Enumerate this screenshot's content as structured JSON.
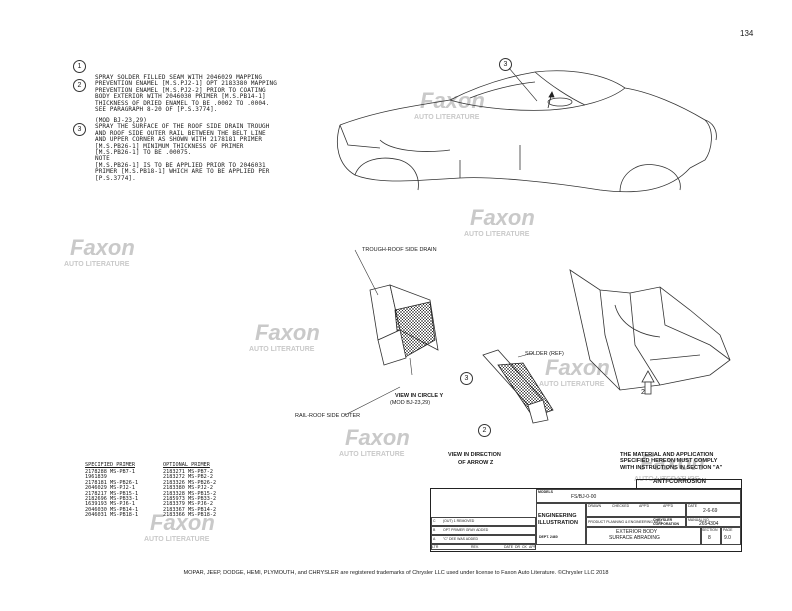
{
  "page_number": "134",
  "notes": [
    {
      "num": "1",
      "text": ""
    },
    {
      "num": "2",
      "text": "SPRAY SOLDER FILLED SEAM WITH 2046029 MAPPING\nPREVENTION ENAMEL [M.S.PJ2-1] OPT 2183380 MAPPING\nPREVENTION ENAMEL [M.S.PJ2-2] PRIOR TO COATING\nBODY EXTERIOR WITH 2046030 PRIMER [M.S.PB14-1]\nTHICKNESS OF DRIED ENAMEL TO BE .0002 TO .0004.\nSEE PARAGRAPH 8-20 OF [P.S.3774]."
    },
    {
      "num": "3",
      "text": "(MOD BJ-23,29)\nSPRAY THE SURFACE OF THE ROOF SIDE DRAIN TROUGH\nAND ROOF SIDE OUTER RAIL BETWEEN THE BELT LINE\nAND UPPER CORNER AS SHOWN WITH 2178181 PRIMER\n[M.S.PB26-1] MINIMUM THICKNESS OF PRIMER\n[M.S.PB26-1] TO BE .00075.\nNOTE\n[M.S.PB26-1] IS TO BE APPLIED PRIOR TO 2046031\nPRIMER [M.S.PB18-1] WHICH ARE TO BE APPLIED PER\n[P.S.3774]."
    }
  ],
  "labels": {
    "trough": "TROUGH-ROOF SIDE DRAIN",
    "rail": "RAIL-ROOF SIDE OUTER",
    "solder": "SOLDER (REF)",
    "view_circle_line1": "VIEW IN CIRCLE Y",
    "view_circle_line2": "(MOD BJ-23,29)",
    "view_direction_line1": "VIEW IN DIRECTION",
    "view_direction_line2": "OF ARROW Z",
    "callout_3_top": "3",
    "callout_3_mid": "3",
    "callout_2_low": "2",
    "callout_2_arrow": "2"
  },
  "compliance": "THE MATERIAL AND APPLICATION\nSPECIFIED HEREON MUST COMPLY\nWITH INSTRUCTIONS IN SECTION \"A\"",
  "primer_table": {
    "headers": [
      "SPECIFIED PRIMER",
      "OPTIONAL PRIMER"
    ],
    "rows": [
      [
        "2178288 MS-PB7-1",
        "2183271 MS-PB7-2"
      ],
      [
        "1961839",
        "2183272 MS-PB2-2"
      ],
      [
        "2178181 MS-PB26-1",
        "2183326 MS-PB26-2"
      ],
      [
        "2046029 MS-PJ2-1",
        "2183380 MS-PJ2-2"
      ],
      [
        "2178217 MS-PB15-1",
        "2183328 MS-PB15-2"
      ],
      [
        "2182696 MS-PB33-1",
        "2185973 MS-PB33-2"
      ],
      [
        "1639193 MS-PJ6-1",
        "2183379 MS-PJ6-2"
      ],
      [
        "2046030 MS-PB14-1",
        "2183367 MS-PB14-2"
      ],
      [
        "2046031 MS-PB18-1",
        "2183366 MS-PB18-2"
      ]
    ]
  },
  "title_block": {
    "anti_corrosion": "ANTI-CORROSION",
    "models_label": "MODELS",
    "models_value": "FS/BJ-0-00",
    "eng_line1": "ENGINEERING",
    "eng_line2": "ILLUSTRATION",
    "dept": "DEPT. 2460",
    "planning": "PRODUCT PLANNING & ENGINEERING MFG.",
    "chrysler": "CHRYSLER\nCORPORATION",
    "drawn": "DRAWN",
    "checked": "CHECKED",
    "appd1": "APP'D",
    "appd2": "APP'D",
    "date_label": "DATE",
    "date_value": "2-6-69",
    "manual_label": "MANUAL NO.",
    "manual_value": "2654304",
    "subject_line1": "EXTERIOR BODY",
    "subject_line2": "SURFACE ABRADING",
    "section_label": "SECTION",
    "section_value": "8",
    "page_label": "PAGE",
    "page_value": "9.0",
    "revisions": [
      {
        "mark": "C",
        "text": "(OUT) 1 REMOVED"
      },
      {
        "mark": "B",
        "text": "OPT PRIMER GRAY ADDED"
      },
      {
        "mark": "A",
        "text": "\"C\" DEE WAS ADDED"
      }
    ],
    "rev_footer": [
      "LTR",
      "REV.",
      "DATE",
      "DR",
      "CK",
      "APP"
    ]
  },
  "footer": "MOPAR, JEEP, DODGE, HEMI, PLYMOUTH, and CHRYSLER are registered trademarks of Chrysler LLC used under license to Faxon Auto Literature. ©Chrysler LLC 2018",
  "watermark": {
    "brand": "Faxon",
    "sub": "AUTO LITERATURE"
  }
}
